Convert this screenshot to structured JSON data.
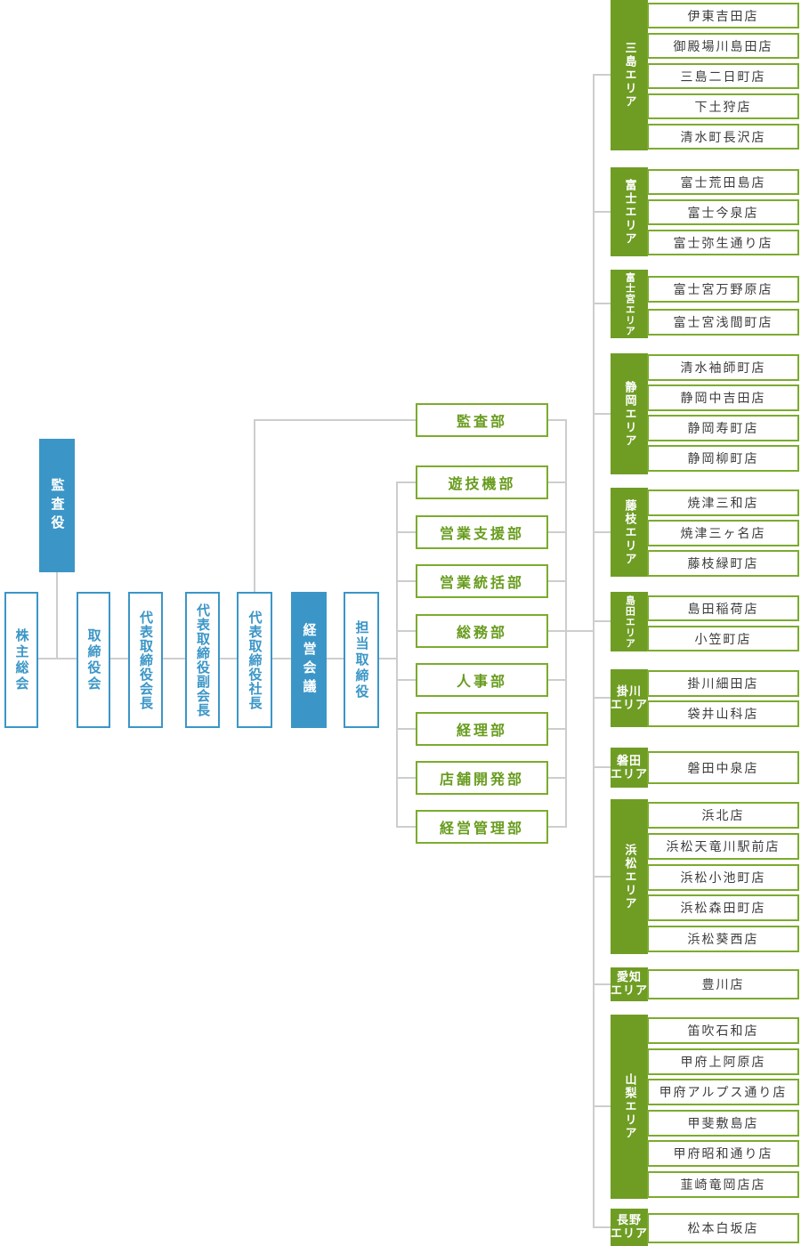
{
  "colors": {
    "executive_blue": "#3b96c7",
    "area_green_fill": "#6f9d24",
    "box_border_green": "#7cab2e",
    "dept_text_green": "#689c1e",
    "connector_gray": "#cdcdcd",
    "store_text": "#3c3c3c"
  },
  "org": {
    "auditor": "監査役",
    "executives": [
      "株主総会",
      "取締役会",
      "代表取締役会長",
      "代表取締役副会長",
      "代表取締役社長",
      "経営会議",
      "担当取締役"
    ],
    "departments": [
      "監査部",
      "遊技機部",
      "営業支援部",
      "営業統括部",
      "総務部",
      "人事部",
      "経理部",
      "店舗開発部",
      "経営管理部"
    ],
    "areas": [
      {
        "label": "三島エリア",
        "stores": [
          "伊東吉田店",
          "御殿場川島田店",
          "三島二日町店",
          "下土狩店",
          "清水町長沢店"
        ]
      },
      {
        "label": "富士エリア",
        "stores": [
          "富士荒田島店",
          "富士今泉店",
          "富士弥生通り店"
        ]
      },
      {
        "label": "富士宮エリア",
        "stores": [
          "富士宮万野原店",
          "富士宮浅間町店"
        ]
      },
      {
        "label": "静岡エリア",
        "stores": [
          "清水袖師町店",
          "静岡中吉田店",
          "静岡寿町店",
          "静岡柳町店"
        ]
      },
      {
        "label": "藤枝エリア",
        "stores": [
          "焼津三和店",
          "焼津三ヶ名店",
          "藤枝緑町店"
        ]
      },
      {
        "label": "島田エリア",
        "stores": [
          "島田稲荷店",
          "小笠町店"
        ]
      },
      {
        "label": "掛川\nエリア",
        "stores": [
          "掛川細田店",
          "袋井山科店"
        ]
      },
      {
        "label": "磐田\nエリア",
        "stores": [
          "磐田中泉店"
        ]
      },
      {
        "label": "浜松エリア",
        "stores": [
          "浜北店",
          "浜松天竜川駅前店",
          "浜松小池町店",
          "浜松森田町店",
          "浜松葵西店"
        ]
      },
      {
        "label": "愛知\nエリア",
        "stores": [
          "豊川店"
        ]
      },
      {
        "label": "山梨エリア",
        "stores": [
          "笛吹石和店",
          "甲府上阿原店",
          "甲府アルプス通り店",
          "甲斐敷島店",
          "甲府昭和通り店",
          "韮崎竜岡店店"
        ]
      },
      {
        "label": "長野\nエリア",
        "stores": [
          "松本白坂店"
        ]
      }
    ]
  }
}
